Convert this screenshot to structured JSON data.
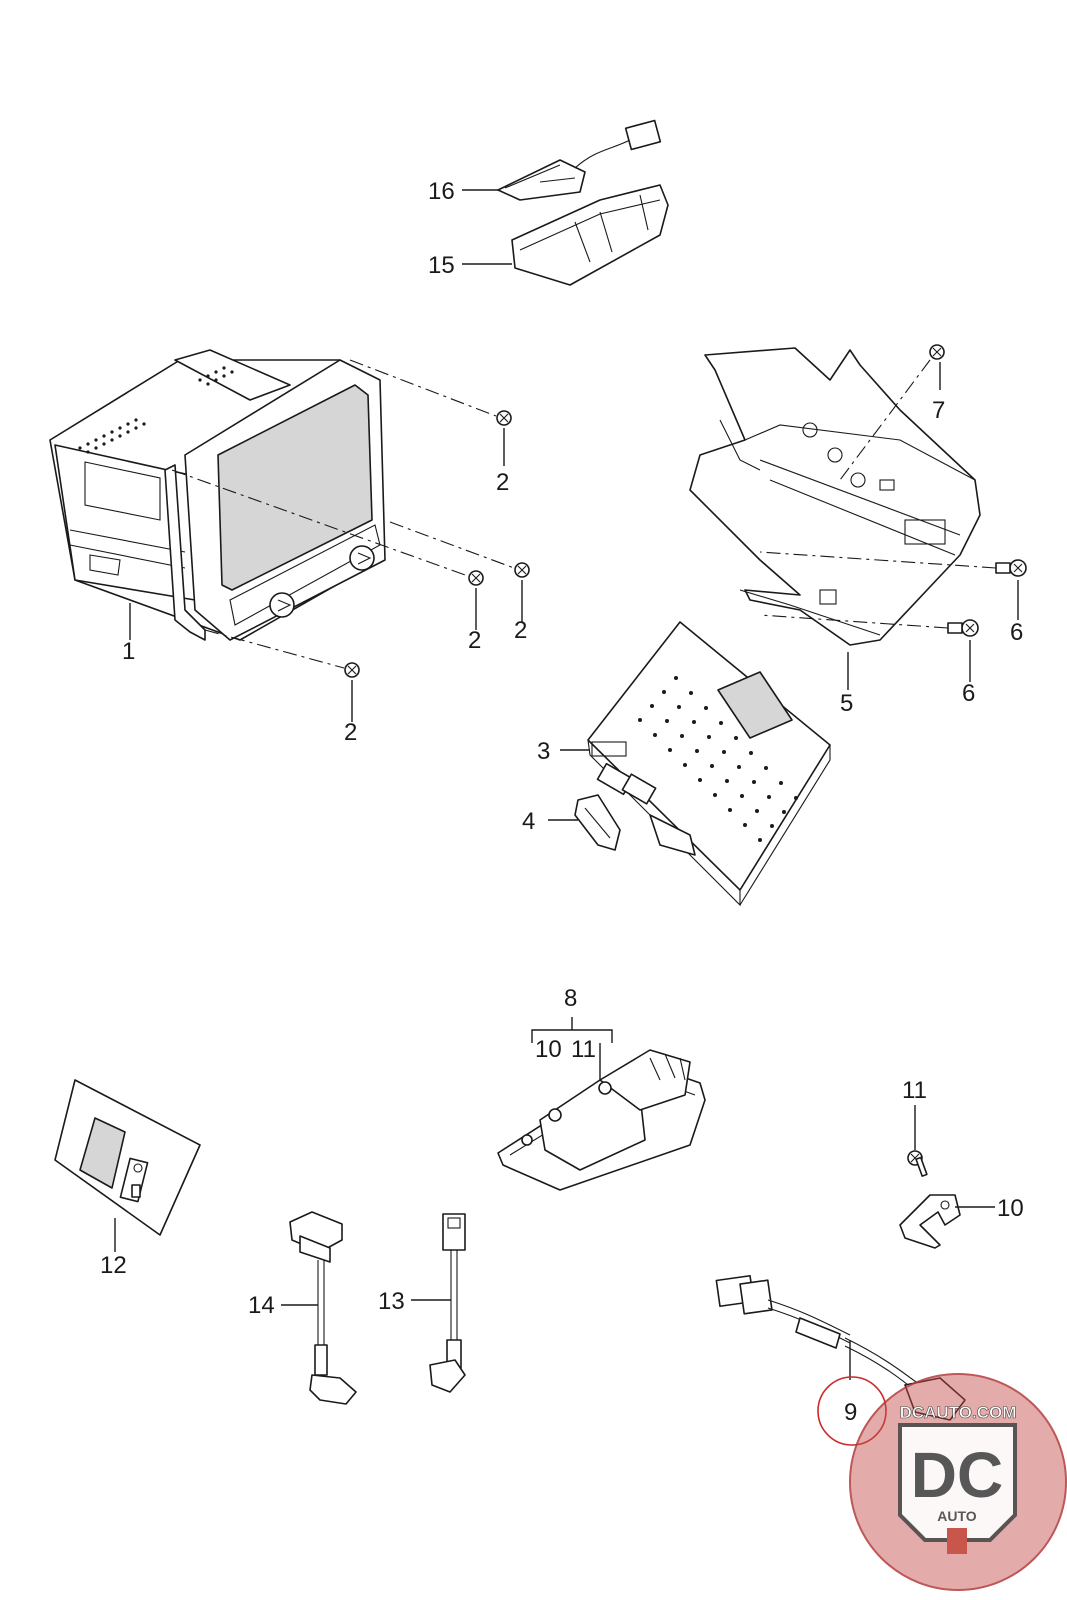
{
  "callouts": {
    "c1": "1",
    "c2a": "2",
    "c2b": "2",
    "c2c": "2",
    "c2d": "2",
    "c3": "3",
    "c4": "4",
    "c5": "5",
    "c6a": "6",
    "c6b": "6",
    "c7": "7",
    "c8": "8",
    "c8_sub_10": "10",
    "c8_sub_11": "11",
    "c9": "9",
    "c10": "10",
    "c11": "11",
    "c12": "12",
    "c13": "13",
    "c14": "14",
    "c15": "15",
    "c16": "16"
  },
  "highlight": {
    "part": "9",
    "color": "#cc2a2a"
  },
  "watermark": {
    "text": "DCAUTO.COM",
    "monogram": "DC",
    "subtitle": "AUTO",
    "color": "#c0392b"
  }
}
